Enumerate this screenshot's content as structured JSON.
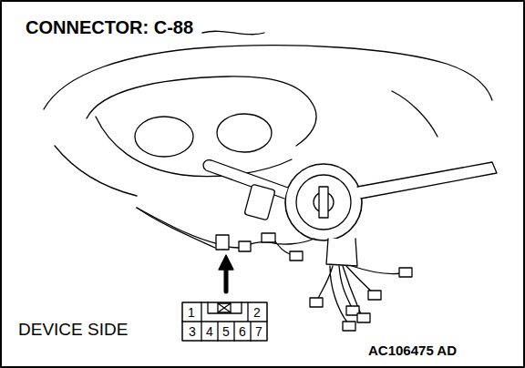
{
  "diagram": {
    "title": "CONNECTOR: C-88",
    "labels": [
      "DEVICE SIDE",
      "1",
      "2",
      "3",
      "4",
      "5",
      "6",
      "7",
      "AC106475 AD"
    ]
  }
}
